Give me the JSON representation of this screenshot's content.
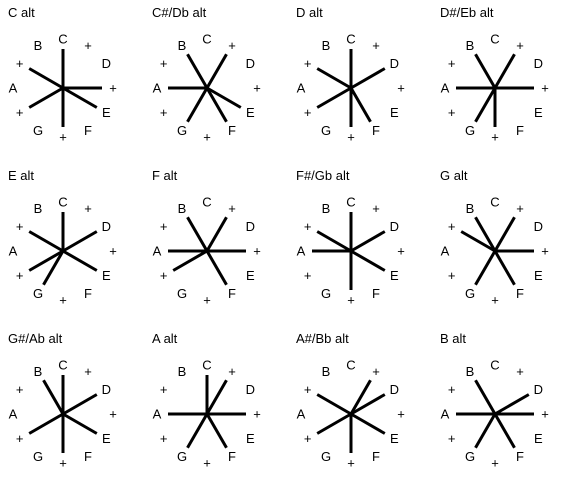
{
  "wheel_labels": [
    "C",
    "+",
    "D",
    "+",
    "E",
    "F",
    "+",
    "G",
    "+",
    "A",
    "+",
    "B"
  ],
  "chords": [
    {
      "title": "C alt",
      "spokes": [
        0,
        3,
        4,
        6,
        8,
        10
      ]
    },
    {
      "title": "C#/Db alt",
      "spokes": [
        1,
        4,
        5,
        7,
        9,
        11
      ]
    },
    {
      "title": "D alt",
      "spokes": [
        2,
        5,
        6,
        8,
        10,
        0
      ]
    },
    {
      "title": "D#/Eb alt",
      "spokes": [
        3,
        6,
        7,
        9,
        11,
        1
      ]
    },
    {
      "title": "E alt",
      "spokes": [
        4,
        7,
        8,
        10,
        0,
        2
      ]
    },
    {
      "title": "F alt",
      "spokes": [
        5,
        8,
        9,
        11,
        1,
        3
      ]
    },
    {
      "title": "F#/Gb alt",
      "spokes": [
        6,
        9,
        10,
        0,
        2,
        4
      ]
    },
    {
      "title": "G alt",
      "spokes": [
        7,
        10,
        11,
        1,
        3,
        5
      ]
    },
    {
      "title": "G#/Ab alt",
      "spokes": [
        8,
        11,
        0,
        2,
        4,
        6
      ]
    },
    {
      "title": "A alt",
      "spokes": [
        9,
        0,
        1,
        3,
        5,
        7
      ]
    },
    {
      "title": "A#/Bb alt",
      "spokes": [
        10,
        1,
        2,
        4,
        6,
        8
      ]
    },
    {
      "title": "B alt",
      "spokes": [
        11,
        2,
        3,
        5,
        7,
        9
      ]
    }
  ]
}
